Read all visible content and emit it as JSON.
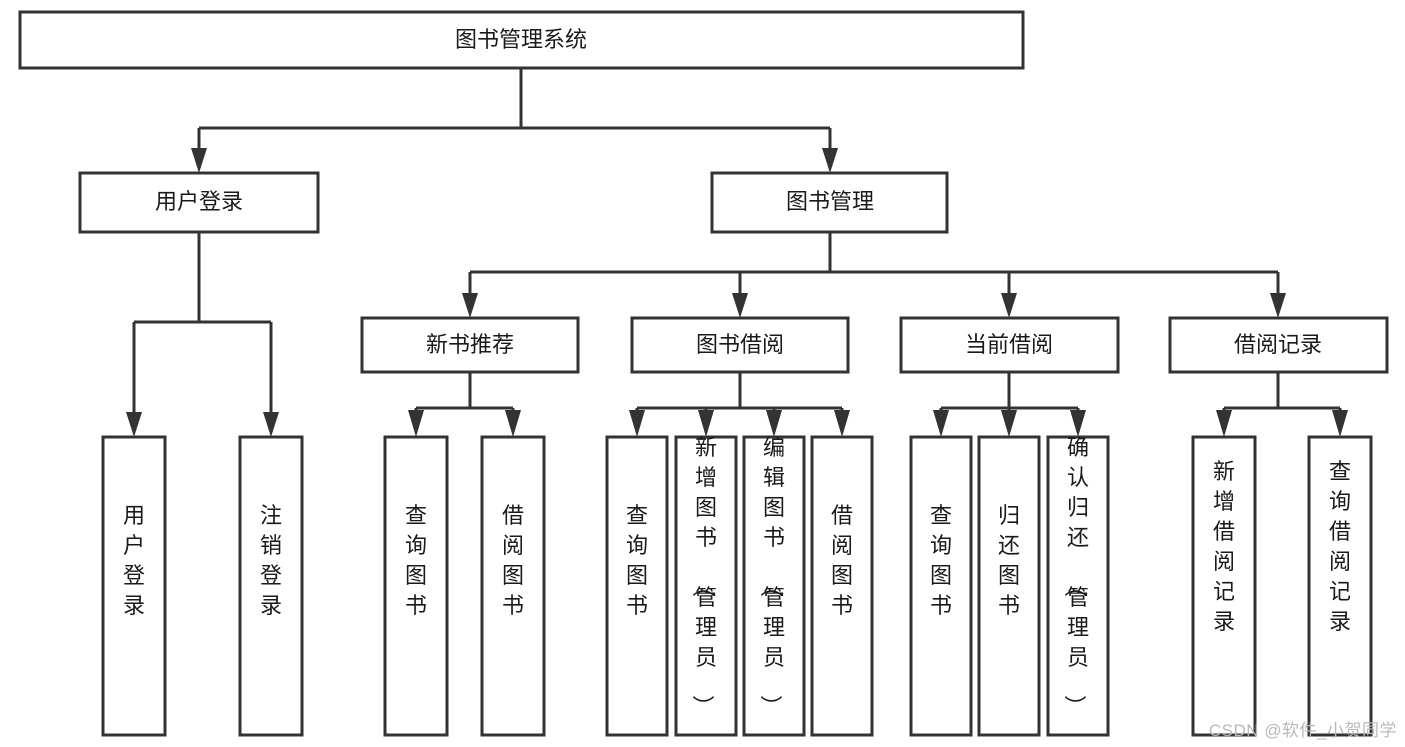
{
  "diagram": {
    "type": "hierarchy-tree",
    "title": "图书管理系统",
    "watermark": "CSDN @软件_小贺同学",
    "colors": {
      "stroke": "#333333",
      "fill": "#ffffff",
      "text": "#1a1a1a",
      "watermark": "#b9b9b9"
    },
    "levels": {
      "root": {
        "label": "图书管理系统"
      },
      "level1": [
        {
          "label": "用户登录"
        },
        {
          "label": "图书管理"
        }
      ],
      "level2": [
        {
          "label": "新书推荐"
        },
        {
          "label": "图书借阅"
        },
        {
          "label": "当前借阅"
        },
        {
          "label": "借阅记录"
        }
      ],
      "leaves": {
        "user_login": [
          {
            "label": "用户登录"
          },
          {
            "label": "注销登录"
          }
        ],
        "new_book_recommend": [
          {
            "label": "查询图书"
          },
          {
            "label": "借阅图书"
          }
        ],
        "book_borrow": [
          {
            "label": "查询图书"
          },
          {
            "label": "新增图书（管理员）"
          },
          {
            "label": "编辑图书（管理员）"
          },
          {
            "label": "借阅图书"
          }
        ],
        "current_borrow": [
          {
            "label": "查询图书"
          },
          {
            "label": "归还图书"
          },
          {
            "label": "确认归还（管理员）"
          }
        ],
        "borrow_record": [
          {
            "label": "新增借阅记录"
          },
          {
            "label": "查询借阅记录"
          }
        ]
      }
    }
  }
}
